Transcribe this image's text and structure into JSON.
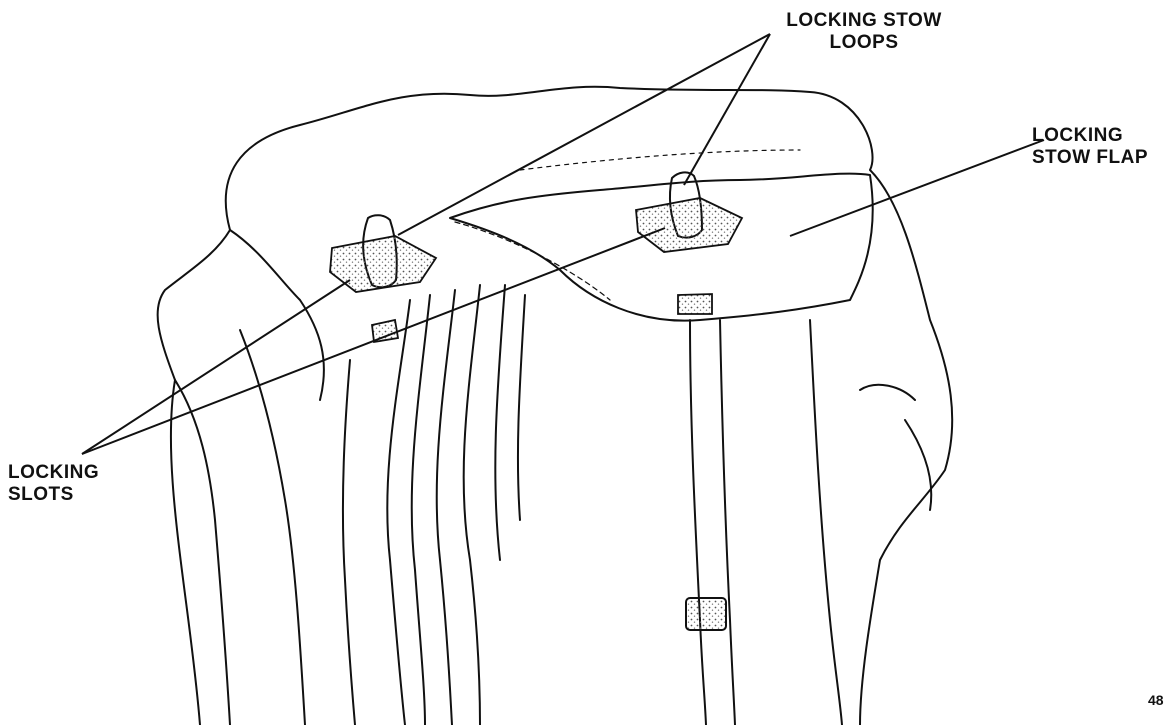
{
  "callouts": {
    "locking_stow_loops": {
      "line1": "LOCKING STOW",
      "line2": "LOOPS"
    },
    "locking_stow_flap": {
      "line1": "LOCKING",
      "line2": "STOW FLAP"
    },
    "locking_slots": {
      "line1": "LOCKING",
      "line2": "SLOTS"
    }
  },
  "figure_number": "48",
  "colors": {
    "ink": "#111111",
    "paper": "#ffffff",
    "stipple": "#555555"
  }
}
